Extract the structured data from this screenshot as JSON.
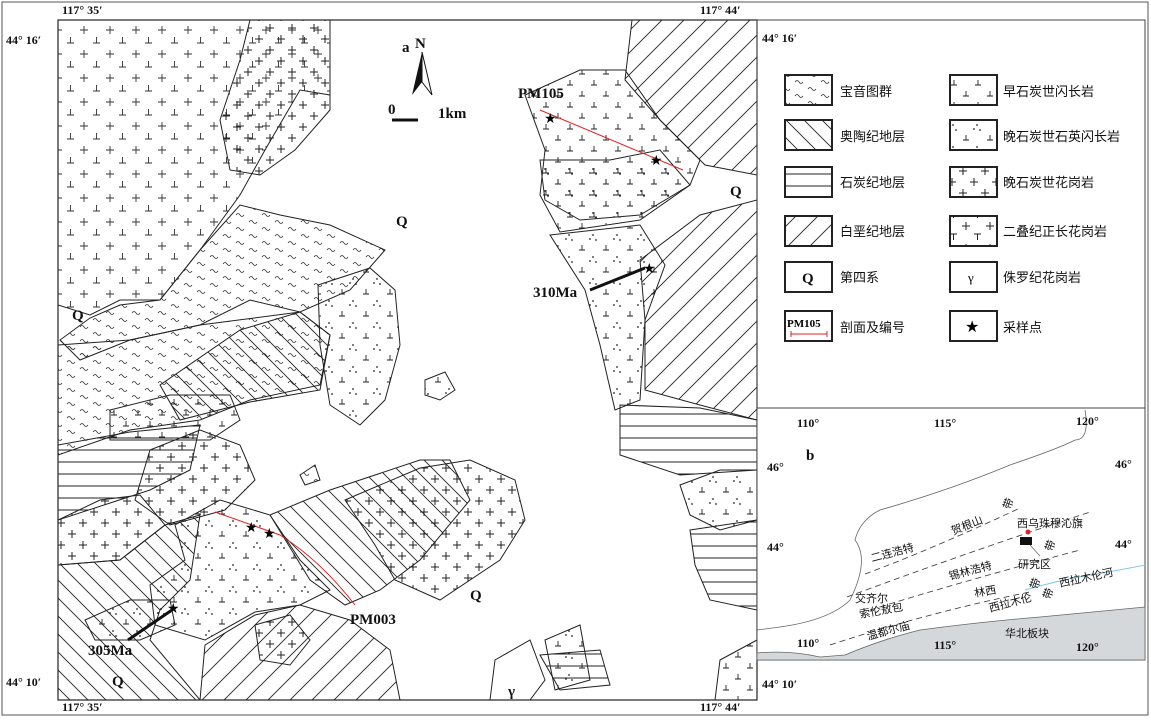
{
  "coordinates": {
    "top_left": "117° 35′",
    "top_right": "117° 44′",
    "bottom_left": "117° 35′",
    "bottom_right": "117° 44′",
    "left_top": "44° 16′",
    "left_bottom": "44° 10′",
    "right_top": "44° 16′",
    "right_bottom": "44° 10′"
  },
  "map_a": {
    "panel_label": "a",
    "north": "N",
    "scale_zero": "0",
    "scale_unit": "1km",
    "quaternary_label": "Q",
    "section_pm105": "PM105",
    "section_pm003": "PM003",
    "age_310": "310Ma",
    "age_305": "305Ma",
    "jurassic_symbol": "γ"
  },
  "legend": {
    "items": [
      {
        "label": "宝音图群",
        "pattern": "wavy"
      },
      {
        "label": "奥陶纪地层",
        "pattern": "diag-back"
      },
      {
        "label": "石炭纪地层",
        "pattern": "horizontal"
      },
      {
        "label": "白垩纪地层",
        "pattern": "diag-forward"
      },
      {
        "label": "第四系",
        "symbol": "Q"
      },
      {
        "label": "剖面及编号",
        "symbol": "PM105"
      },
      {
        "label": "早石炭世闪长岩",
        "pattern": "diorite"
      },
      {
        "label": "晚石炭世石英闪长岩",
        "pattern": "qdiorite"
      },
      {
        "label": "晚石炭世花岗岩",
        "pattern": "granite"
      },
      {
        "label": "二叠纪正长花岗岩",
        "pattern": "syenogranite"
      },
      {
        "label": "侏罗纪花岗岩",
        "symbol": "γ"
      },
      {
        "label": "采样点",
        "symbol": "★"
      }
    ]
  },
  "inset_b": {
    "panel_label": "b",
    "lon_ticks": [
      "110°",
      "115°",
      "120°"
    ],
    "lat_ticks": [
      "46°",
      "44°"
    ],
    "places": {
      "erlian": "二连浩特",
      "hegenshan": "贺根山",
      "dai1": "带",
      "xiwu": "西乌珠穆沁旗",
      "dai2": "带",
      "study_area": "研究区",
      "xilamulun_river": "西拉木伦河",
      "xilinhot": "锡林浩特",
      "jiaoqier": "交齐尔",
      "linxi": "林西",
      "dai3": "带",
      "solon": "索伦敖包",
      "xilamulun": "西拉木伦",
      "dai4": "带",
      "wendur": "温都尔庙",
      "north_china": "华北板块"
    },
    "colors": {
      "plate": "#d4d8da",
      "river": "#7fc8e8",
      "marker": "#e02020"
    }
  }
}
